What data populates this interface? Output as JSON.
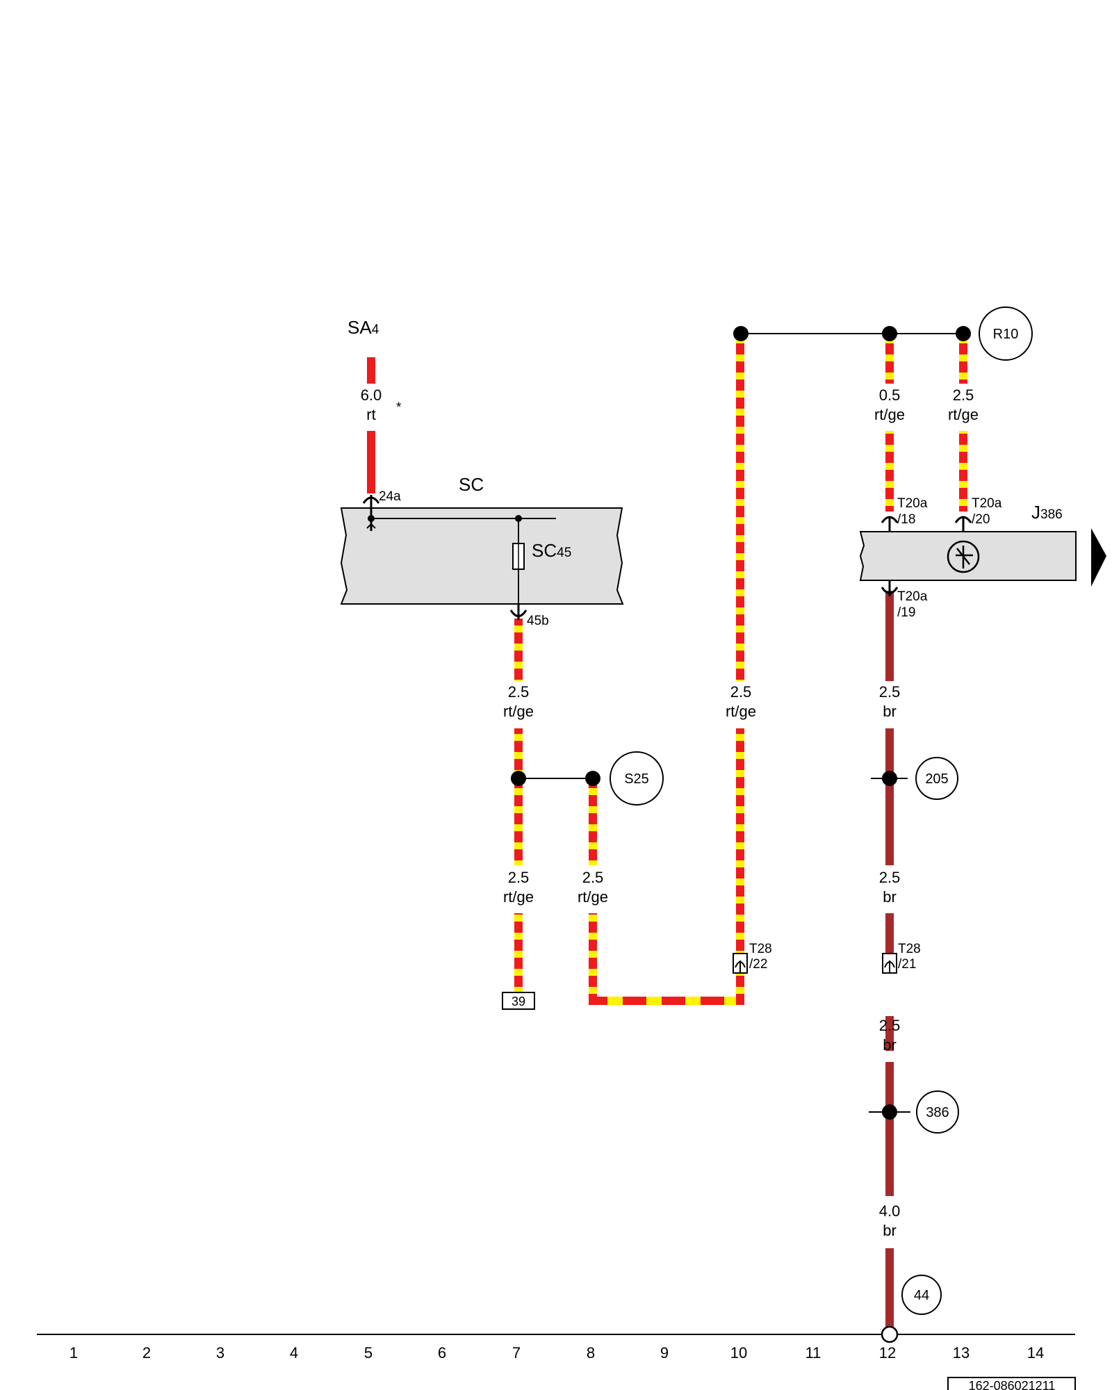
{
  "components": {
    "sa4": {
      "name": "SA",
      "sub": "4"
    },
    "sc": {
      "name": "SC"
    },
    "sc45": {
      "name": "SC",
      "sub": "45"
    },
    "j386": {
      "name": "J",
      "sub": "386"
    }
  },
  "asterisk": "*",
  "wires": {
    "sa4_to_sc": {
      "size": "6.0",
      "color": "rt"
    },
    "sc45_down": {
      "size": "2.5",
      "color": "rt/ge"
    },
    "left_to_39": {
      "size": "2.5",
      "color": "rt/ge"
    },
    "s25_down": {
      "size": "2.5",
      "color": "rt/ge"
    },
    "col10": {
      "size": "2.5",
      "color": "rt/ge"
    },
    "to_t20a18": {
      "size": "0.5",
      "color": "rt/ge"
    },
    "to_t20a20": {
      "size": "2.5",
      "color": "rt/ge"
    },
    "br_upper": {
      "size": "2.5",
      "color": "br"
    },
    "br_mid": {
      "size": "2.5",
      "color": "br"
    },
    "br_low": {
      "size": "2.5",
      "color": "br"
    },
    "br_bottom": {
      "size": "4.0",
      "color": "br"
    }
  },
  "pins": {
    "p24a": "24a",
    "p45b": "45b",
    "t20a18_a": "T20a",
    "t20a18_b": "/18",
    "t20a20_a": "T20a",
    "t20a20_b": "/20",
    "t20a19_a": "T20a",
    "t20a19_b": "/19",
    "t28_22_a": "T28",
    "t28_22_b": "/22",
    "t28_21_a": "T28",
    "t28_21_b": "/21"
  },
  "circles": {
    "r10": "R10",
    "s25": "S25",
    "c205": "205",
    "c386": "386",
    "c44": "44"
  },
  "box39": "39",
  "columns": [
    "1",
    "2",
    "3",
    "4",
    "5",
    "6",
    "7",
    "8",
    "9",
    "10",
    "11",
    "12",
    "13",
    "14"
  ],
  "reference": "162-086021211",
  "colors": {
    "red": "#ee1c1c",
    "yellow": "#fff200",
    "brown": "#a52a2a",
    "housing": "#e0e0e0"
  }
}
